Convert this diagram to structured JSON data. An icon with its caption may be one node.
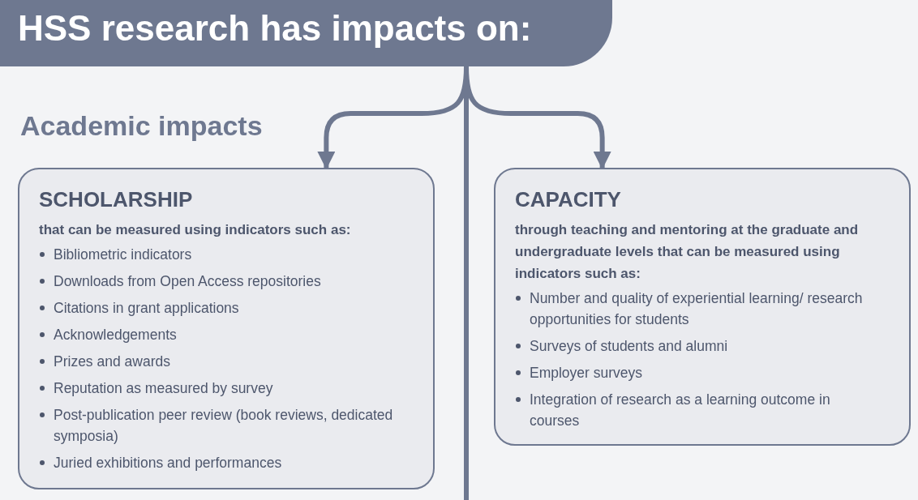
{
  "diagram": {
    "nodes": [
      {
        "text": [
          "HSS research has impacts on:"
        ]
      },
      {
        "text": [
          "SCHOLARSHIP",
          "that can be measured using indicators such as:",
          "Bibliometric indicators",
          "Downloads from Open Access repositories",
          "Citations in grant applications",
          "Acknowledgements",
          "Prizes and awards",
          "Reputation as measured by survey",
          "Post-publication peer review (book reviews, dedicated symposia)",
          "Juried exhibitions and performances"
        ]
      },
      {
        "text": [
          "CAPACITY",
          "through teaching and mentoring at the graduate and undergraduate levels that can be measured using indicators such as:",
          "Number and quality of experiential learning/ research opportunities for students",
          "Surveys of students and alumni",
          "Employer surveys",
          "Integration of research as a learning outcome in courses"
        ]
      }
    ],
    "edges": [
      {
        "from": 0,
        "to": 1,
        "arrow": "to"
      },
      {
        "from": 0,
        "to": 2,
        "arrow": "to"
      },
      {
        "from": 0,
        "to": null,
        "arrow": "none"
      }
    ],
    "labels": [
      "Academic impacts"
    ]
  }
}
